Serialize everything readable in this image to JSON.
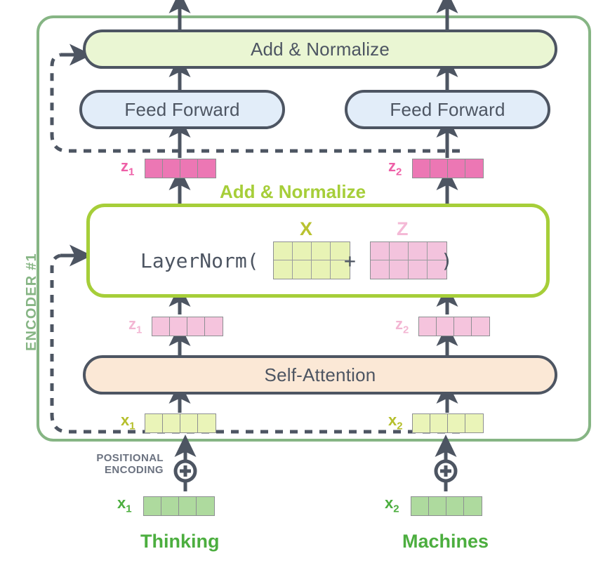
{
  "diagram": {
    "type": "transformer-encoder-architecture",
    "encoder": {
      "label": "ENCODER #1",
      "color": "#86b584"
    },
    "blocks": {
      "add_normalize_top": {
        "label": "Add & Normalize",
        "fill": "#eaf6d3",
        "border": "#4d5562"
      },
      "feed_forward_left": {
        "label": "Feed Forward",
        "fill": "#e2edf9",
        "border": "#4d5562"
      },
      "feed_forward_right": {
        "label": "Feed Forward",
        "fill": "#e2edf9",
        "border": "#4d5562"
      },
      "add_normalize_expanded_label": {
        "label": "Add & Normalize",
        "color": "#a6ce39"
      },
      "layernorm": {
        "prefix": "LayerNorm(",
        "plus": "+",
        "suffix": ")",
        "matrix_x_label": "X",
        "matrix_z_label": "Z",
        "matrix_x_fill": "#e8f3b5",
        "matrix_z_fill": "#f3c3dd",
        "matrix_cols": 4,
        "matrix_rows": 2,
        "border": "#a6ce39"
      },
      "self_attention": {
        "label": "Self-Attention",
        "fill": "#fbe8d6",
        "border": "#4d5562"
      }
    },
    "vectors": {
      "z1_hot": {
        "label": "z",
        "sub": "1",
        "color": "#ee5fa7",
        "fill": "#ec77b4",
        "cells": 4
      },
      "z2_hot": {
        "label": "z",
        "sub": "2",
        "color": "#ee5fa7",
        "fill": "#ec77b4",
        "cells": 4
      },
      "z1_light": {
        "label": "z",
        "sub": "1",
        "color": "#f3b6d3",
        "fill": "#f5c4dd",
        "cells": 4
      },
      "z2_light": {
        "label": "z",
        "sub": "2",
        "color": "#f3b6d3",
        "fill": "#f5c4dd",
        "cells": 4
      },
      "x1_pos": {
        "label": "x",
        "sub": "1",
        "color": "#b5bf2c",
        "fill": "#eaf4b8",
        "cells": 4
      },
      "x2_pos": {
        "label": "x",
        "sub": "2",
        "color": "#b5bf2c",
        "fill": "#eaf4b8",
        "cells": 4
      },
      "x1_embed": {
        "label": "x",
        "sub": "1",
        "color": "#4cae3f",
        "fill": "#aeda9e",
        "cells": 4
      },
      "x2_embed": {
        "label": "x",
        "sub": "2",
        "color": "#4cae3f",
        "fill": "#aeda9e",
        "cells": 4
      }
    },
    "positional_encoding": {
      "line1": "POSITIONAL",
      "line2": "ENCODING",
      "operator_icon": "circled-plus",
      "color": "#6b7280"
    },
    "input_words": {
      "left": "Thinking",
      "right": "Machines",
      "color": "#4cae3f"
    }
  }
}
